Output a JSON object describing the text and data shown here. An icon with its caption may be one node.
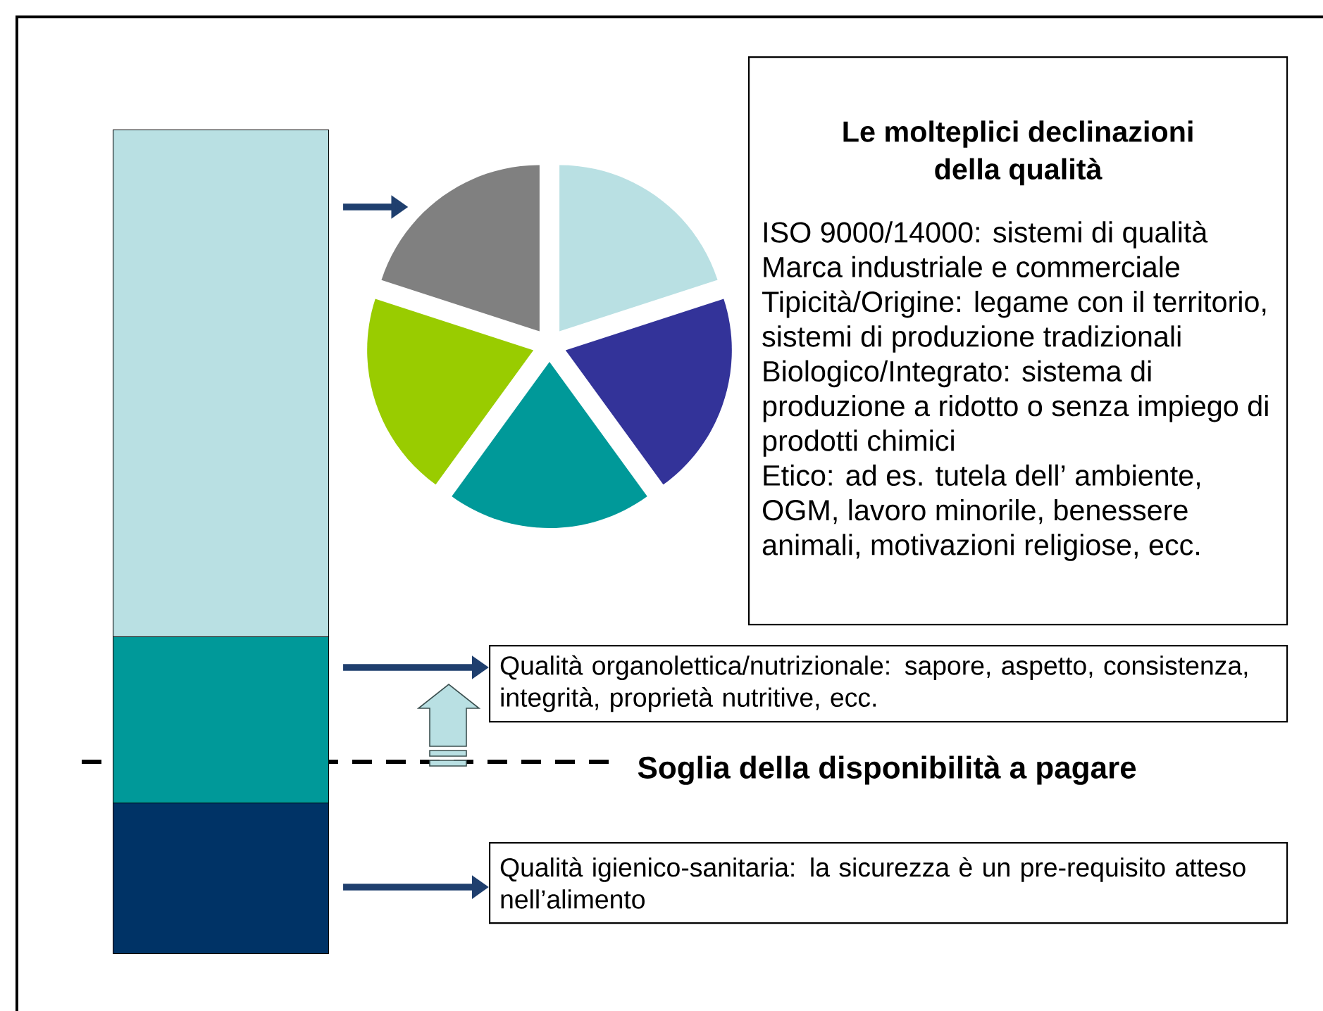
{
  "diagram": {
    "nodes": [
      {
        "text": [],
        "shape": "bar"
      },
      {
        "text": [],
        "shape": "bar"
      },
      {
        "text": [],
        "shape": "bar"
      },
      {
        "text": [],
        "shape": "picture"
      },
      {
        "text": [
          "Le molteplici declinazioni della qualità",
          "ISO 9000/14000: sistemi di qualità",
          "Marca industriale e commerciale",
          "Tipicità/Origine: legame con il territorio, sistemi di produzione tradizionali",
          "Biologico/Integrato: sistema di produzione a ridotto o senza impiego di prodotti chimici",
          "Etico: ad es. tutela dell’ ambiente, OGM, lavoro minorile, benessere animali, motivazioni religiose, ecc."
        ]
      },
      {
        "text": [
          "Qualità organolettica/nutrizionale: sapore, aspetto, consistenza, integrità, proprietà nutritive, ecc."
        ]
      },
      {
        "text": [
          "Qualità igienico-sanitaria: la sicurezza è un pre-requisito atteso nell’alimento"
        ]
      }
    ],
    "edges": [
      {
        "from": 0,
        "to": 3,
        "arrow": "to"
      },
      {
        "from": 1,
        "to": 5,
        "arrow": "to"
      },
      {
        "from": 2,
        "to": 6,
        "arrow": "to"
      }
    ],
    "labels": [
      "Soglia della disponibilità a pagare"
    ]
  }
}
